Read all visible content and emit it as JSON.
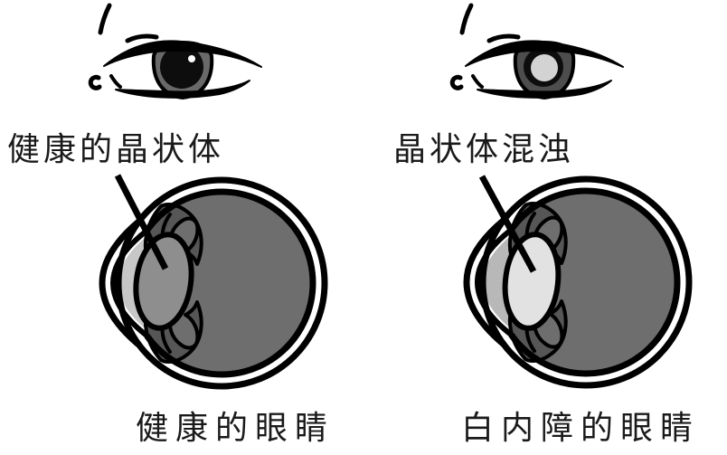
{
  "figure": {
    "type": "medical-diagram",
    "subject": "healthy eye vs cataract eye comparison"
  },
  "panels": {
    "healthy": {
      "lens_label": "健康的晶状体",
      "caption": "健康的眼睛",
      "lens_color": "#8e8e8e",
      "chamber_color": "#c7c7c7",
      "iris_front_color": "#696969",
      "pupil_style": "clear"
    },
    "cataract": {
      "lens_label": "晶状体混浊",
      "caption": "白内障的眼睛",
      "lens_color": "#e2e2e2",
      "chamber_color": "#b8b8b8",
      "iris_front_color": "#4d4d4d",
      "pupil_style": "cloudy"
    }
  },
  "colors": {
    "outline": "#000000",
    "vitreous": "#6e6e6e",
    "iris_section": "#565656",
    "pupil": "#0d0d0d",
    "cloudy_pupil": "#d3d3d3",
    "highlight": "#ffffff",
    "text": "#1a1a1a",
    "background": "#ffffff"
  }
}
